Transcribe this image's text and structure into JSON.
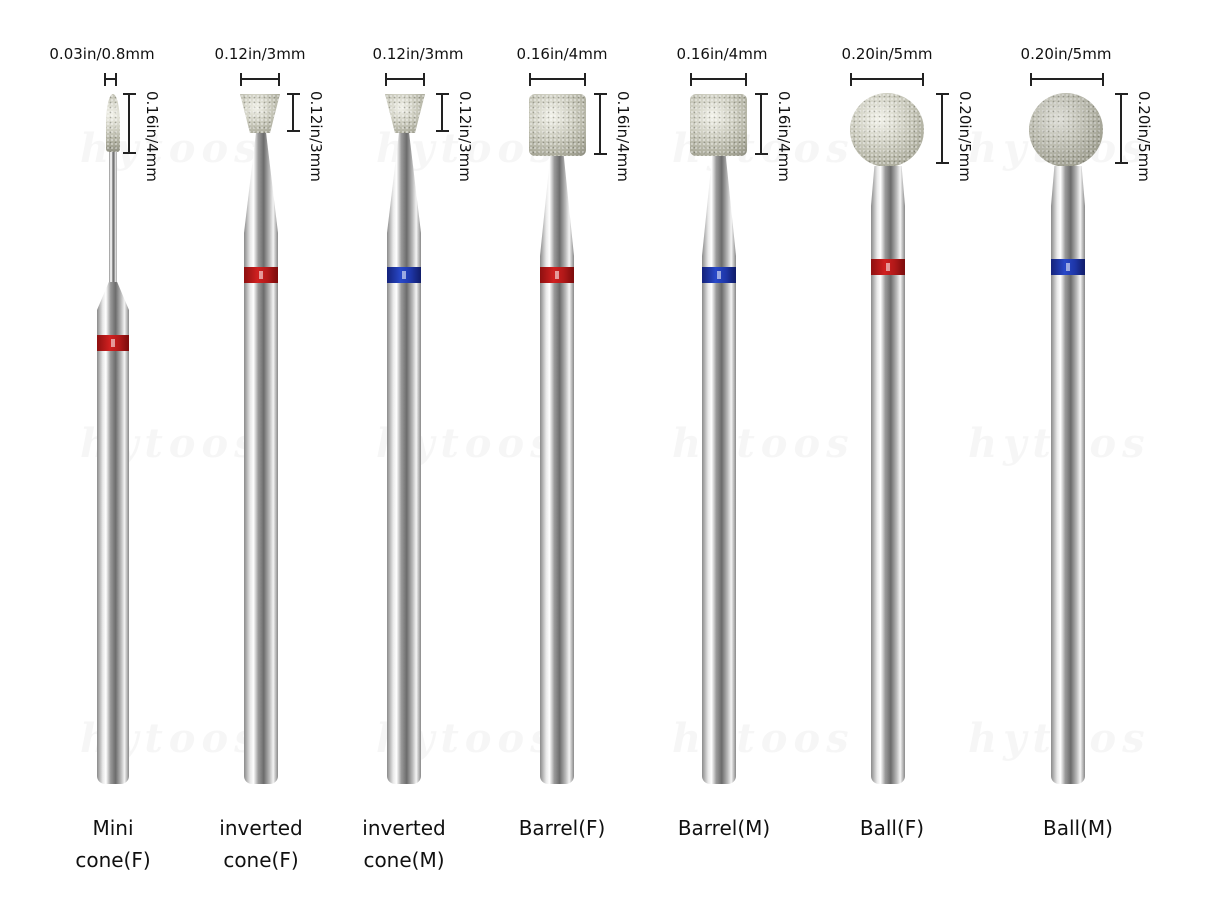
{
  "watermark": "hytoos",
  "colors": {
    "band_fine": "#c41c1c",
    "band_medium": "#2440b8"
  },
  "bits": [
    {
      "name": "Mini\ncone(F)",
      "width_label": "0.03in/0.8mm",
      "height_label": "0.16in/4mm",
      "grit": "F",
      "band_color": "red",
      "shape": "mini-cone"
    },
    {
      "name": "inverted\ncone(F)",
      "width_label": "0.12in/3mm",
      "height_label": "0.12in/3mm",
      "grit": "F",
      "band_color": "red",
      "shape": "inverted-cone"
    },
    {
      "name": "inverted\ncone(M)",
      "width_label": "0.12in/3mm",
      "height_label": "0.12in/3mm",
      "grit": "M",
      "band_color": "blue",
      "shape": "inverted-cone"
    },
    {
      "name": "Barrel(F)",
      "width_label": "0.16in/4mm",
      "height_label": "0.16in/4mm",
      "grit": "F",
      "band_color": "red",
      "shape": "barrel"
    },
    {
      "name": "Barrel(M)",
      "width_label": "0.16in/4mm",
      "height_label": "0.16in/4mm",
      "grit": "M",
      "band_color": "blue",
      "shape": "barrel"
    },
    {
      "name": "Ball(F)",
      "width_label": "0.20in/5mm",
      "height_label": "0.20in/5mm",
      "grit": "F",
      "band_color": "red",
      "shape": "ball"
    },
    {
      "name": "Ball(M)",
      "width_label": "0.20in/5mm",
      "height_label": "0.20in/5mm",
      "grit": "M",
      "band_color": "blue",
      "shape": "ball"
    }
  ]
}
